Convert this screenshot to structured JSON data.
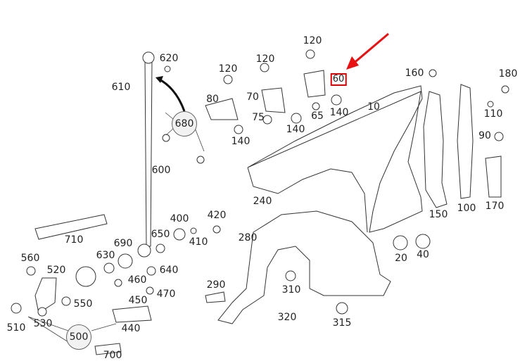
{
  "diagram": {
    "highlighted_label": "60",
    "labels": {
      "l620": "620",
      "l610": "610",
      "l600": "600",
      "l120a": "120",
      "l120b": "120",
      "l120c": "120",
      "l160": "160",
      "l180": "180",
      "l80": "80",
      "l70": "70",
      "l75": "75",
      "l65": "65",
      "l140a": "140",
      "l140b": "140",
      "l140c": "140",
      "l10": "10",
      "l110": "110",
      "l90": "90",
      "l240": "240",
      "l150": "150",
      "l100": "100",
      "l170": "170",
      "l710": "710",
      "l400": "400",
      "l420": "420",
      "l650": "650",
      "l410": "410",
      "l690": "690",
      "l630": "630",
      "l560": "560",
      "l520": "520",
      "l640": "640",
      "l460": "460",
      "l470": "470",
      "l550": "550",
      "l450": "450",
      "l290": "290",
      "l310": "310",
      "l280": "280",
      "l20": "20",
      "l40": "40",
      "l320": "320",
      "l315": "315",
      "l510": "510",
      "l530": "530",
      "l440": "440",
      "l700": "700"
    },
    "circled_labels": {
      "c680": "680",
      "c500": "500"
    },
    "colors": {
      "arrow": "#e81010",
      "highlight": "#e00000"
    }
  }
}
